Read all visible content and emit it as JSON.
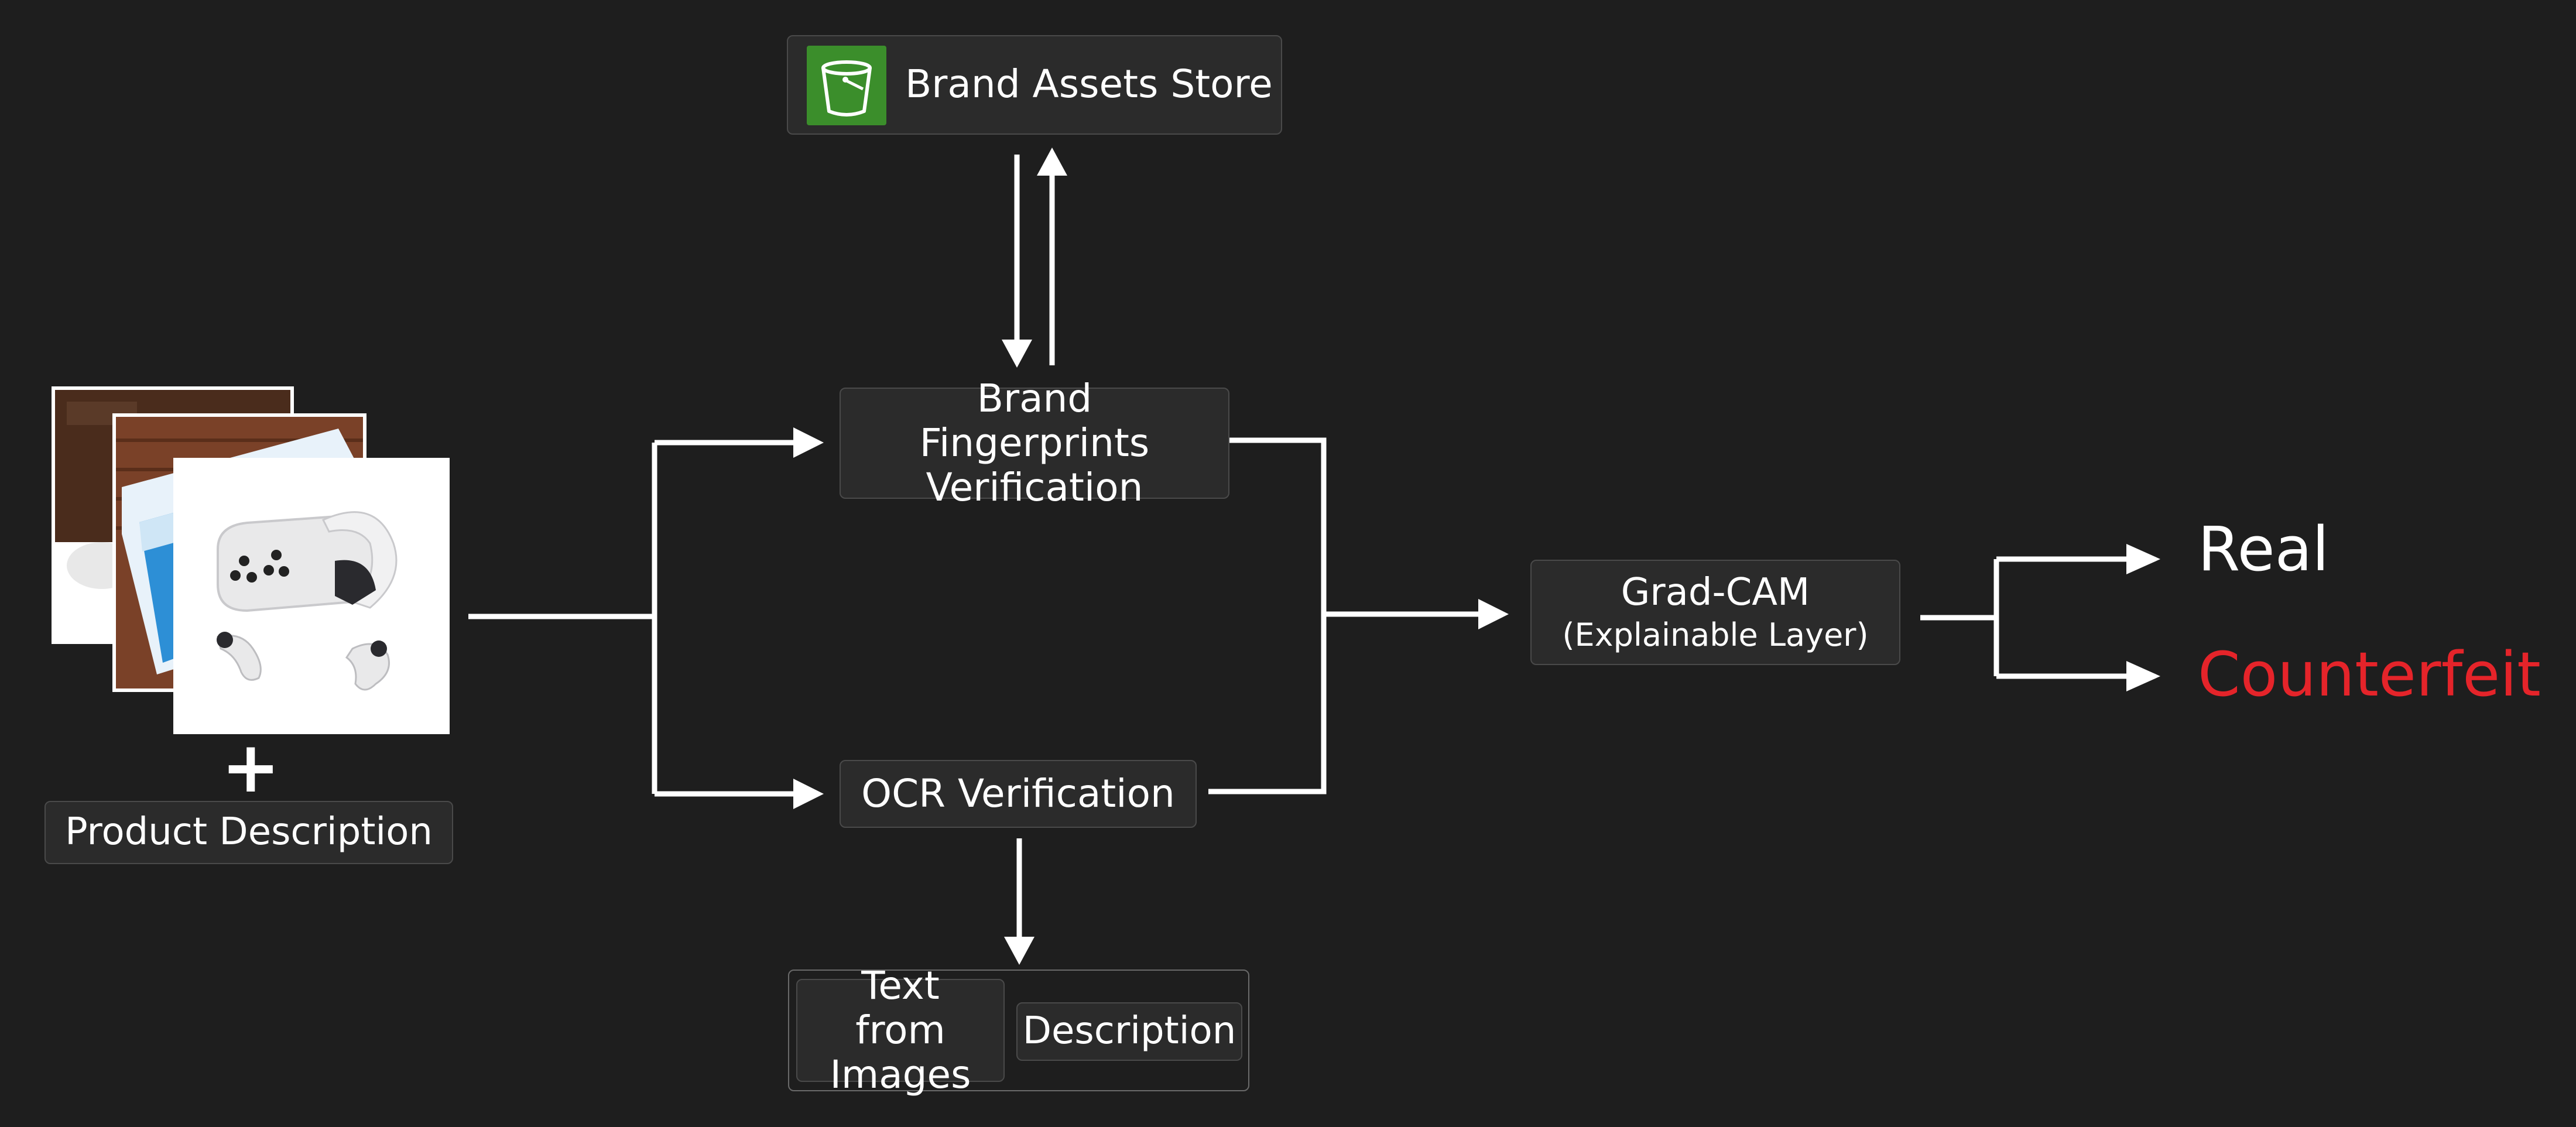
{
  "product": {
    "plus": "+",
    "description": "Product Description"
  },
  "nodes": {
    "brand_assets_store": "Brand Assets Store",
    "brand_fingerprints": "Brand Fingerprints Verification",
    "ocr_verification": "OCR Verification",
    "text_from_images": "Text from Images",
    "description": "Description",
    "grad_cam": "Grad-CAM",
    "grad_cam_sub": "(Explainable Layer)"
  },
  "outcomes": {
    "real": "Real",
    "counterfeit": "Counterfeit"
  },
  "colors": {
    "background": "#1e1e1e",
    "box_fill": "#2b2b2b",
    "box_border": "#4a4a4a",
    "arrow": "#ffffff",
    "counterfeit": "#e5242a",
    "bucket_icon": "#3b8e2b"
  },
  "icons": {
    "brand_assets_store": "bucket-icon",
    "product_images": "product-photo-stack"
  }
}
